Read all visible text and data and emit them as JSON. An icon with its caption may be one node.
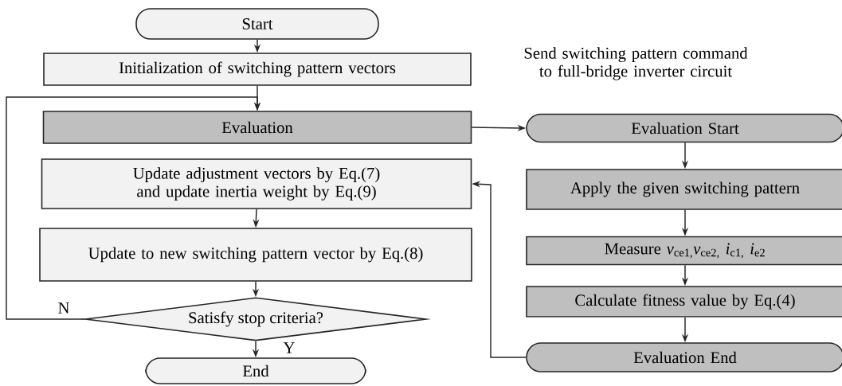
{
  "diagram": {
    "nodes": [
      {
        "text": [
          "Start"
        ]
      },
      {
        "text": [
          "Initialization of switching pattern vectors"
        ]
      },
      {
        "text": [
          "Evaluation"
        ]
      },
      {
        "text": [
          "Update adjustment vectors by Eq.(7) and update inertia weight by Eq.(9)"
        ]
      },
      {
        "text": [
          "Update to new switching pattern vector by Eq.(8)"
        ]
      },
      {
        "text": [
          "Satisfy stop criteria?"
        ]
      },
      {
        "text": [
          "End"
        ]
      },
      {
        "text": [
          "Evaluation Start"
        ]
      },
      {
        "text": [
          "Apply the given switching pattern"
        ]
      },
      {
        "text": [
          "Measure *v*$_{ce1,}$*v*$_{ce2,}$ *i*$_{c1,}$ *i*$_{e2}$"
        ]
      },
      {
        "text": [
          "Calculate fitness value by Eq.(4)"
        ]
      },
      {
        "text": [
          "Evaluation End"
        ]
      }
    ],
    "edges": [
      {
        "from": 0,
        "to": 1,
        "arrow": "to"
      },
      {
        "from": 1,
        "to": 2,
        "arrow": "to"
      },
      {
        "from": 2,
        "to": 7,
        "arrow": "to"
      },
      {
        "from": 7,
        "to": 8,
        "arrow": "to"
      },
      {
        "from": 8,
        "to": 9,
        "arrow": "to"
      },
      {
        "from": 9,
        "to": 10,
        "arrow": "to"
      },
      {
        "from": 10,
        "to": 11,
        "arrow": "to"
      },
      {
        "from": 11,
        "to": 3,
        "arrow": "to"
      },
      {
        "from": 3,
        "to": 4,
        "arrow": "to"
      },
      {
        "from": 4,
        "to": 5,
        "arrow": "to"
      },
      {
        "from": 5,
        "to": 2,
        "arrow": "to",
        "label": "N"
      },
      {
        "from": 5,
        "to": 6,
        "arrow": "to",
        "label": "Y"
      }
    ],
    "labels": [
      "Send switching pattern command to full-bridge inverter circuit"
    ]
  }
}
